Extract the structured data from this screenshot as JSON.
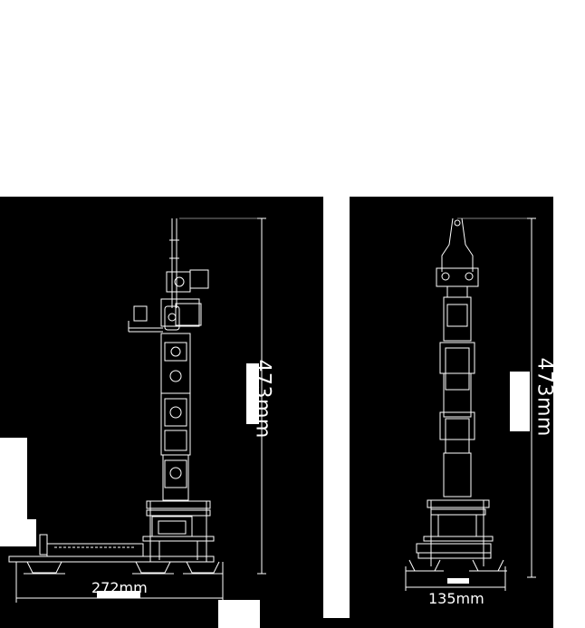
{
  "views": {
    "side": {
      "height_label": "473mm",
      "width_label": "272mm"
    },
    "front": {
      "height_label": "473mm",
      "width_label": "135mm"
    }
  },
  "colors": {
    "background": "#ffffff",
    "panel": "#000000",
    "line": "#ffffff"
  }
}
